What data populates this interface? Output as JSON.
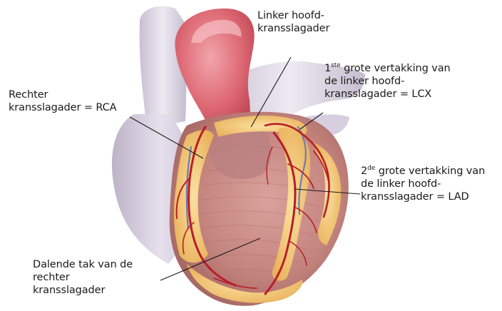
{
  "labels": {
    "left_main": {
      "line1": "Linker hoofd-",
      "line2": "kransslagader"
    },
    "lcx": {
      "ord_num": "1",
      "ord_sup": "ste",
      "line1_rest": " grote vertakking van",
      "line2": "de linker hoofd-",
      "line3": "kransslagader = LCX"
    },
    "rca": {
      "line1": "Rechter",
      "line2": "kransslagader = RCA"
    },
    "lad": {
      "ord_num": "2",
      "ord_sup": "de",
      "line1_rest": " grote vertakking van",
      "line2": "de linker hoofd-",
      "line3": "kransslagader = LAD"
    },
    "descending": {
      "line1": "Dalende tak van de",
      "line2": "rechter",
      "line3": "kransslagader"
    }
  },
  "colors": {
    "aorta": "#d9636e",
    "vessels": "#ddd6e4",
    "myocardium": "#c98b84",
    "fat": "#f1c070",
    "artery": "#b81e27",
    "vein": "#6f7bb0"
  }
}
